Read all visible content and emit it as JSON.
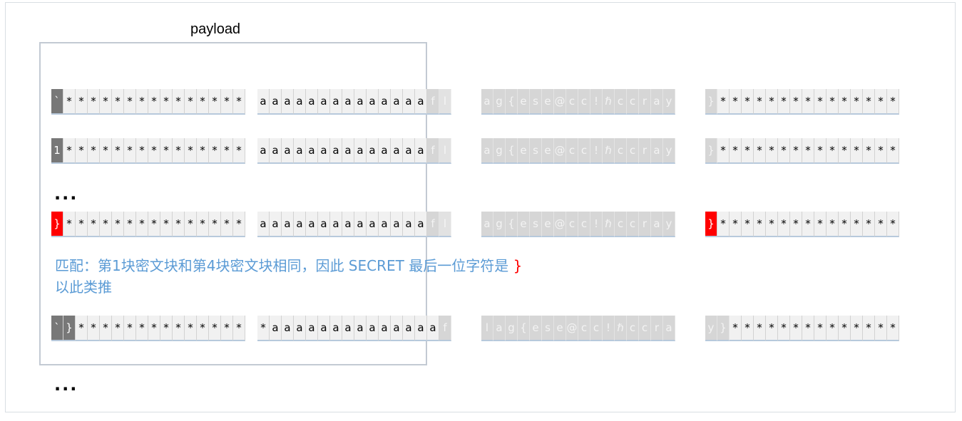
{
  "payload_label": "payload",
  "ellipsis": "...",
  "note": {
    "line1": "匹配：第1块密文块和第4块密文块相同，因此 SECRET 最后一位字符是 ",
    "highlight_char": "}",
    "line2": "以此类推"
  },
  "rows": [
    {
      "blocks": [
        [
          {
            "t": "`",
            "s": "dark"
          },
          {
            "t": "*"
          },
          {
            "t": "*"
          },
          {
            "t": "*"
          },
          {
            "t": "*"
          },
          {
            "t": "*"
          },
          {
            "t": "*"
          },
          {
            "t": "*"
          },
          {
            "t": "*"
          },
          {
            "t": "*"
          },
          {
            "t": "*"
          },
          {
            "t": "*"
          },
          {
            "t": "*"
          },
          {
            "t": "*"
          },
          {
            "t": "*"
          },
          {
            "t": "*"
          }
        ],
        [
          {
            "t": "a"
          },
          {
            "t": "a"
          },
          {
            "t": "a"
          },
          {
            "t": "a"
          },
          {
            "t": "a"
          },
          {
            "t": "a"
          },
          {
            "t": "a"
          },
          {
            "t": "a"
          },
          {
            "t": "a"
          },
          {
            "t": "a"
          },
          {
            "t": "a"
          },
          {
            "t": "a"
          },
          {
            "t": "a"
          },
          {
            "t": "a"
          },
          {
            "t": "f",
            "s": "faint"
          },
          {
            "t": "l",
            "s": "faint2"
          }
        ],
        [
          {
            "t": "a",
            "s": "faint"
          },
          {
            "t": "g",
            "s": "faint"
          },
          {
            "t": "{",
            "s": "faint"
          },
          {
            "t": "e",
            "s": "faint"
          },
          {
            "t": "s",
            "s": "faint"
          },
          {
            "t": "e",
            "s": "faint"
          },
          {
            "t": "@",
            "s": "faint"
          },
          {
            "t": "c",
            "s": "faint"
          },
          {
            "t": "c",
            "s": "faint"
          },
          {
            "t": "!",
            "s": "faint"
          },
          {
            "t": "ℏ",
            "s": "faint"
          },
          {
            "t": "c",
            "s": "faint"
          },
          {
            "t": "c",
            "s": "faint"
          },
          {
            "t": "r",
            "s": "faint"
          },
          {
            "t": "a",
            "s": "faint"
          },
          {
            "t": "y",
            "s": "faint"
          }
        ],
        [
          {
            "t": "}",
            "s": "faint"
          },
          {
            "t": "*"
          },
          {
            "t": "*"
          },
          {
            "t": "*"
          },
          {
            "t": "*"
          },
          {
            "t": "*"
          },
          {
            "t": "*"
          },
          {
            "t": "*"
          },
          {
            "t": "*"
          },
          {
            "t": "*"
          },
          {
            "t": "*"
          },
          {
            "t": "*"
          },
          {
            "t": "*"
          },
          {
            "t": "*"
          },
          {
            "t": "*"
          },
          {
            "t": "*"
          }
        ]
      ]
    },
    {
      "blocks": [
        [
          {
            "t": "1",
            "s": "dark"
          },
          {
            "t": "*"
          },
          {
            "t": "*"
          },
          {
            "t": "*"
          },
          {
            "t": "*"
          },
          {
            "t": "*"
          },
          {
            "t": "*"
          },
          {
            "t": "*"
          },
          {
            "t": "*"
          },
          {
            "t": "*"
          },
          {
            "t": "*"
          },
          {
            "t": "*"
          },
          {
            "t": "*"
          },
          {
            "t": "*"
          },
          {
            "t": "*"
          },
          {
            "t": "*"
          }
        ],
        [
          {
            "t": "a"
          },
          {
            "t": "a"
          },
          {
            "t": "a"
          },
          {
            "t": "a"
          },
          {
            "t": "a"
          },
          {
            "t": "a"
          },
          {
            "t": "a"
          },
          {
            "t": "a"
          },
          {
            "t": "a"
          },
          {
            "t": "a"
          },
          {
            "t": "a"
          },
          {
            "t": "a"
          },
          {
            "t": "a"
          },
          {
            "t": "a"
          },
          {
            "t": "f",
            "s": "faint"
          },
          {
            "t": "l",
            "s": "faint2"
          }
        ],
        [
          {
            "t": "a",
            "s": "faint"
          },
          {
            "t": "g",
            "s": "faint"
          },
          {
            "t": "{",
            "s": "faint"
          },
          {
            "t": "e",
            "s": "faint"
          },
          {
            "t": "s",
            "s": "faint"
          },
          {
            "t": "e",
            "s": "faint"
          },
          {
            "t": "@",
            "s": "faint"
          },
          {
            "t": "c",
            "s": "faint"
          },
          {
            "t": "c",
            "s": "faint"
          },
          {
            "t": "!",
            "s": "faint"
          },
          {
            "t": "ℏ",
            "s": "faint"
          },
          {
            "t": "c",
            "s": "faint"
          },
          {
            "t": "c",
            "s": "faint"
          },
          {
            "t": "r",
            "s": "faint"
          },
          {
            "t": "a",
            "s": "faint"
          },
          {
            "t": "y",
            "s": "faint"
          }
        ],
        [
          {
            "t": "}",
            "s": "faint"
          },
          {
            "t": "*"
          },
          {
            "t": "*"
          },
          {
            "t": "*"
          },
          {
            "t": "*"
          },
          {
            "t": "*"
          },
          {
            "t": "*"
          },
          {
            "t": "*"
          },
          {
            "t": "*"
          },
          {
            "t": "*"
          },
          {
            "t": "*"
          },
          {
            "t": "*"
          },
          {
            "t": "*"
          },
          {
            "t": "*"
          },
          {
            "t": "*"
          },
          {
            "t": "*"
          }
        ]
      ]
    },
    {
      "blocks": [
        [
          {
            "t": "}",
            "s": "red"
          },
          {
            "t": "*"
          },
          {
            "t": "*"
          },
          {
            "t": "*"
          },
          {
            "t": "*"
          },
          {
            "t": "*"
          },
          {
            "t": "*"
          },
          {
            "t": "*"
          },
          {
            "t": "*"
          },
          {
            "t": "*"
          },
          {
            "t": "*"
          },
          {
            "t": "*"
          },
          {
            "t": "*"
          },
          {
            "t": "*"
          },
          {
            "t": "*"
          },
          {
            "t": "*"
          }
        ],
        [
          {
            "t": "a"
          },
          {
            "t": "a"
          },
          {
            "t": "a"
          },
          {
            "t": "a"
          },
          {
            "t": "a"
          },
          {
            "t": "a"
          },
          {
            "t": "a"
          },
          {
            "t": "a"
          },
          {
            "t": "a"
          },
          {
            "t": "a"
          },
          {
            "t": "a"
          },
          {
            "t": "a"
          },
          {
            "t": "a"
          },
          {
            "t": "a"
          },
          {
            "t": "f",
            "s": "faint"
          },
          {
            "t": "l",
            "s": "faint2"
          }
        ],
        [
          {
            "t": "a",
            "s": "faint"
          },
          {
            "t": "g",
            "s": "faint"
          },
          {
            "t": "{",
            "s": "faint"
          },
          {
            "t": "e",
            "s": "faint"
          },
          {
            "t": "s",
            "s": "faint"
          },
          {
            "t": "e",
            "s": "faint"
          },
          {
            "t": "@",
            "s": "faint"
          },
          {
            "t": "c",
            "s": "faint"
          },
          {
            "t": "c",
            "s": "faint"
          },
          {
            "t": "!",
            "s": "faint"
          },
          {
            "t": "ℏ",
            "s": "faint"
          },
          {
            "t": "c",
            "s": "faint"
          },
          {
            "t": "c",
            "s": "faint"
          },
          {
            "t": "r",
            "s": "faint"
          },
          {
            "t": "a",
            "s": "faint"
          },
          {
            "t": "y",
            "s": "faint"
          }
        ],
        [
          {
            "t": "}",
            "s": "red"
          },
          {
            "t": "*"
          },
          {
            "t": "*"
          },
          {
            "t": "*"
          },
          {
            "t": "*"
          },
          {
            "t": "*"
          },
          {
            "t": "*"
          },
          {
            "t": "*"
          },
          {
            "t": "*"
          },
          {
            "t": "*"
          },
          {
            "t": "*"
          },
          {
            "t": "*"
          },
          {
            "t": "*"
          },
          {
            "t": "*"
          },
          {
            "t": "*"
          },
          {
            "t": "*"
          }
        ]
      ]
    },
    {
      "blocks": [
        [
          {
            "t": "`",
            "s": "dark"
          },
          {
            "t": "}",
            "s": "dark"
          },
          {
            "t": "*"
          },
          {
            "t": "*"
          },
          {
            "t": "*"
          },
          {
            "t": "*"
          },
          {
            "t": "*"
          },
          {
            "t": "*"
          },
          {
            "t": "*"
          },
          {
            "t": "*"
          },
          {
            "t": "*"
          },
          {
            "t": "*"
          },
          {
            "t": "*"
          },
          {
            "t": "*"
          },
          {
            "t": "*"
          },
          {
            "t": "*"
          }
        ],
        [
          {
            "t": "*"
          },
          {
            "t": "a"
          },
          {
            "t": "a"
          },
          {
            "t": "a"
          },
          {
            "t": "a"
          },
          {
            "t": "a"
          },
          {
            "t": "a"
          },
          {
            "t": "a"
          },
          {
            "t": "a"
          },
          {
            "t": "a"
          },
          {
            "t": "a"
          },
          {
            "t": "a"
          },
          {
            "t": "a"
          },
          {
            "t": "a"
          },
          {
            "t": "a"
          },
          {
            "t": "f",
            "s": "faint"
          }
        ],
        [
          {
            "t": "l",
            "s": "faint"
          },
          {
            "t": "a",
            "s": "faint"
          },
          {
            "t": "g",
            "s": "faint"
          },
          {
            "t": "{",
            "s": "faint"
          },
          {
            "t": "e",
            "s": "faint"
          },
          {
            "t": "s",
            "s": "faint"
          },
          {
            "t": "e",
            "s": "faint"
          },
          {
            "t": "@",
            "s": "faint"
          },
          {
            "t": "c",
            "s": "faint"
          },
          {
            "t": "c",
            "s": "faint"
          },
          {
            "t": "!",
            "s": "faint"
          },
          {
            "t": "ℏ",
            "s": "faint"
          },
          {
            "t": "c",
            "s": "faint"
          },
          {
            "t": "c",
            "s": "faint"
          },
          {
            "t": "r",
            "s": "faint"
          },
          {
            "t": "a",
            "s": "faint"
          }
        ],
        [
          {
            "t": "y",
            "s": "faint"
          },
          {
            "t": "}",
            "s": "faint"
          },
          {
            "t": "*"
          },
          {
            "t": "*"
          },
          {
            "t": "*"
          },
          {
            "t": "*"
          },
          {
            "t": "*"
          },
          {
            "t": "*"
          },
          {
            "t": "*"
          },
          {
            "t": "*"
          },
          {
            "t": "*"
          },
          {
            "t": "*"
          },
          {
            "t": "*"
          },
          {
            "t": "*"
          },
          {
            "t": "*"
          },
          {
            "t": "*"
          }
        ]
      ]
    }
  ]
}
